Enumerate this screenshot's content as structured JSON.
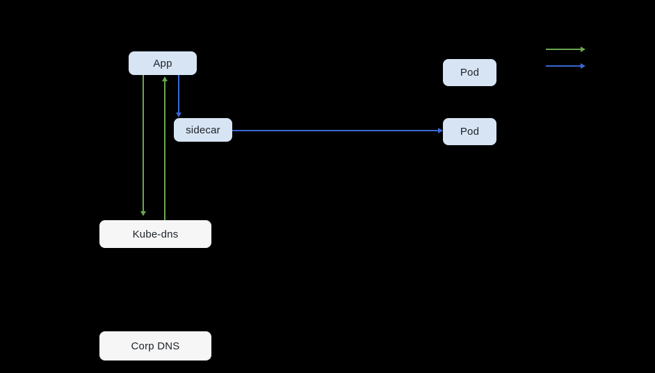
{
  "diagram": {
    "background": "#000000",
    "colors": {
      "green_arrow": "#6aa84f",
      "blue_arrow": "#3b68d5",
      "node_blue_fill": "#d7e4f3",
      "node_light_fill": "#f6f6f6",
      "node_text": "#1c2128"
    },
    "nodes": [
      {
        "id": "app",
        "label": "App",
        "fill": "#d7e4f3"
      },
      {
        "id": "sidecar",
        "label": "sidecar",
        "fill": "#d7e4f3"
      },
      {
        "id": "pod-top",
        "label": "Pod",
        "fill": "#d7e4f3"
      },
      {
        "id": "pod-bottom",
        "label": "Pod",
        "fill": "#d7e4f3"
      },
      {
        "id": "kube-dns",
        "label": "Kube-dns",
        "fill": "#f6f6f6"
      },
      {
        "id": "corp-dns",
        "label": "Corp DNS",
        "fill": "#f6f6f6"
      }
    ],
    "edges": [
      {
        "id": "app-to-kube-dns",
        "from": "app",
        "to": "kube-dns",
        "color": "#6aa84f",
        "direction": "down"
      },
      {
        "id": "kube-dns-to-app",
        "from": "kube-dns",
        "to": "app",
        "color": "#6aa84f",
        "direction": "up"
      },
      {
        "id": "app-to-sidecar",
        "from": "app",
        "to": "sidecar",
        "color": "#3b68d5",
        "direction": "down"
      },
      {
        "id": "sidecar-to-pod",
        "from": "sidecar",
        "to": "pod-bottom",
        "color": "#3b68d5",
        "direction": "right"
      }
    ],
    "legend": {
      "items": [
        {
          "id": "legend-green-arrow",
          "color": "#6aa84f"
        },
        {
          "id": "legend-blue-arrow",
          "color": "#3b68d5"
        }
      ]
    }
  }
}
